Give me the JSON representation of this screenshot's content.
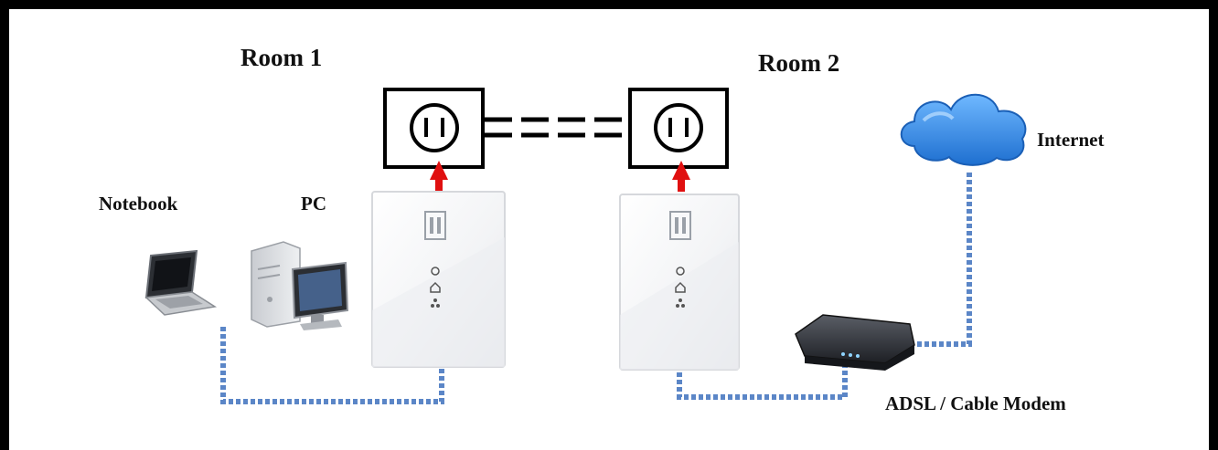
{
  "labels": {
    "room1": "Room 1",
    "room2": "Room 2",
    "notebook": "Notebook",
    "pc": "PC",
    "internet": "Internet",
    "modem": "ADSL / Cable Modem"
  },
  "icons": {
    "outlet": "power-outlet-icon",
    "adapter": "powerline-adapter-icon",
    "laptop": "laptop-icon",
    "desktop": "desktop-pc-icon",
    "cloud": "cloud-icon",
    "modem": "modem-icon",
    "arrow": "arrow-up-icon"
  },
  "colors": {
    "frame": "#000000",
    "cable": "#5b86c7",
    "arrow": "#e01010",
    "cloud": "#2d7fd6"
  }
}
